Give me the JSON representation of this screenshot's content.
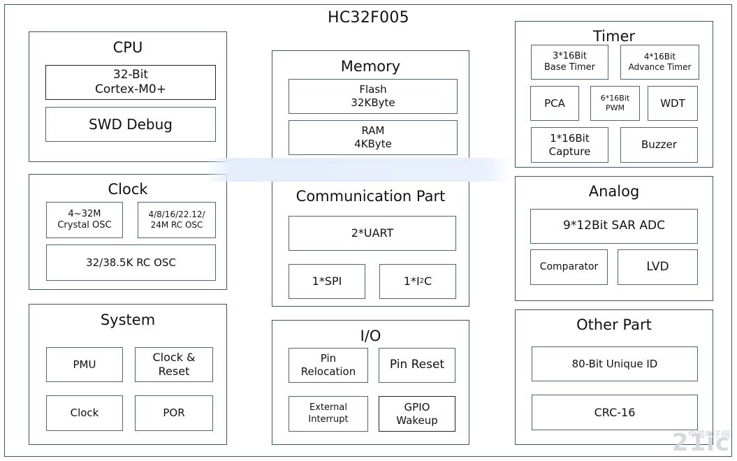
{
  "title": "HC32F005",
  "cpu": {
    "title": "CPU",
    "core": "32-Bit\nCortex-M0+",
    "debug": "SWD Debug"
  },
  "clock": {
    "title": "Clock",
    "crystal": "4~32M\nCrystal OSC",
    "rc_osc": "4/8/16/22.12/\n24M RC OSC",
    "low_rc": "32/38.5K RC OSC"
  },
  "system": {
    "title": "System",
    "pmu": "PMU",
    "clock_reset": "Clock &\nReset",
    "clock": "Clock",
    "por": "POR"
  },
  "memory": {
    "title": "Memory",
    "flash": "Flash\n32KByte",
    "ram": "RAM\n4KByte"
  },
  "communication": {
    "title": "Communication Part",
    "uart": "2*UART",
    "spi": "1*SPI",
    "i2c_prefix": "1*I",
    "i2c_sup": "2",
    "i2c_suffix": "C"
  },
  "io": {
    "title": "I/O",
    "pin_relocation": "Pin\nRelocation",
    "pin_reset": "Pin Reset",
    "ext_interrupt": "External\nInterrupt",
    "gpio_wakeup": "GPIO\nWakeup"
  },
  "timer": {
    "title": "Timer",
    "base_timer": "3*16Bit\nBase Timer",
    "advance_timer": "4*16Bit\nAdvance Timer",
    "pca": "PCA",
    "pwm": "6*16Bit\nPWM",
    "wdt": "WDT",
    "capture": "1*16Bit\nCapture",
    "buzzer": "Buzzer"
  },
  "analog": {
    "title": "Analog",
    "adc": "9*12Bit SAR ADC",
    "comparator": "Comparator",
    "lvd": "LVD"
  },
  "other": {
    "title": "Other Part",
    "unique_id": "80-Bit Unique ID",
    "crc": "CRC-16"
  },
  "watermark": {
    "logo": "21ic",
    "sub": "中国电子网"
  }
}
